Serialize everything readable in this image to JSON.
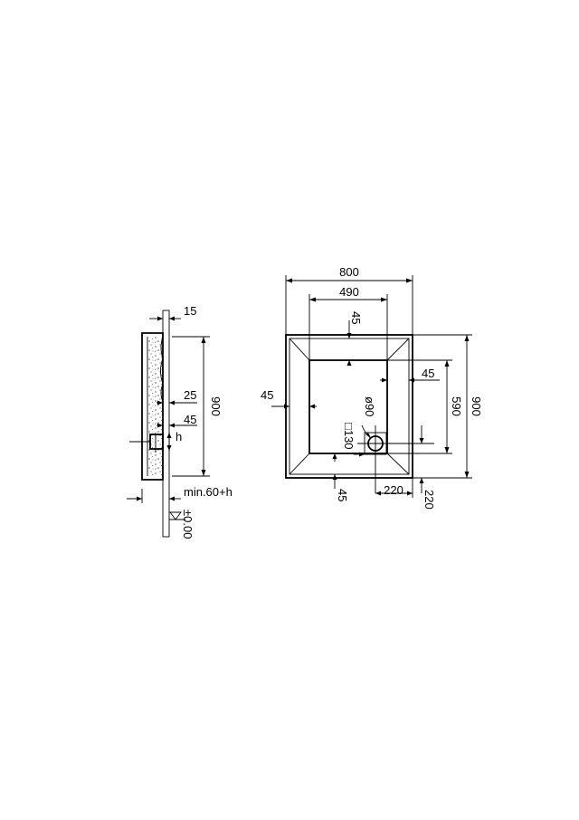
{
  "side_view": {
    "dim_wall": "15",
    "dim_height": "900",
    "dim_rim": "25",
    "dim_inner": "45",
    "dim_h": "h",
    "dim_min": "min.60+h",
    "dim_level": "±0.00"
  },
  "top_view": {
    "dim_width": "800",
    "dim_inner_width": "490",
    "dim_top_margin": "45",
    "dim_left_margin": "45",
    "dim_right_margin": "45",
    "dim_bottom_margin": "45",
    "dim_inner_height": "590",
    "dim_height": "900",
    "dim_drain_dia": "ø90",
    "dim_drain_square": "□130",
    "dim_drain_x": "220",
    "dim_drain_y": "220"
  }
}
